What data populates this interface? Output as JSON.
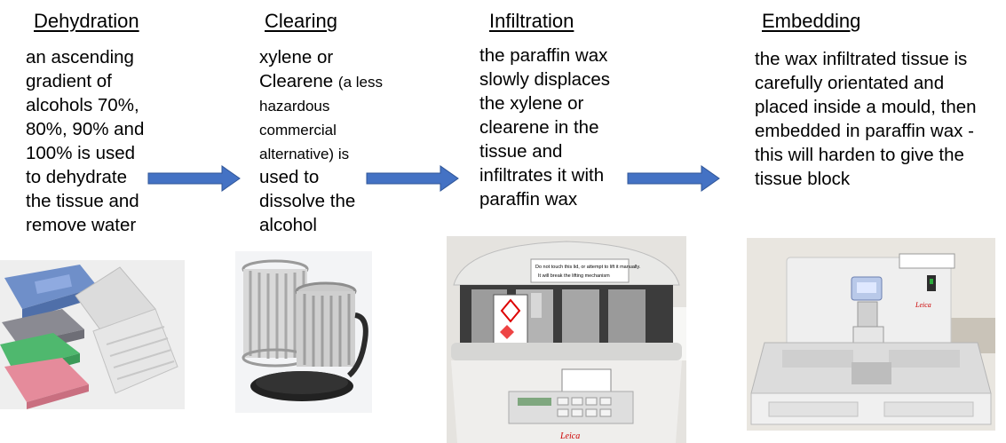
{
  "stages": [
    {
      "heading": "Dehydration",
      "text": "an ascending gradient of alcohols 70%, 80%, 90% and 100% is used to dehydrate the tissue and remove water",
      "image": "tissue-cassettes"
    },
    {
      "heading": "Clearing",
      "text_a": "xylene or",
      "text_b": "Clearene",
      "text_c": "(a less hazardous commercial alternative) is",
      "text_d": "used to dissolve the alcohol",
      "image": "metal-basket-rack"
    },
    {
      "heading": "Infiltration",
      "text": "the paraffin wax slowly displaces the xylene or clearene in the tissue and infiltrates it with paraffin wax",
      "image": "tissue-processor",
      "photo_label_1": "Do not touch this lid, or attempt to lift it manually.",
      "photo_label_2": "It will break the lifting mechanism",
      "photo_brand": "Leica"
    },
    {
      "heading": "Embedding",
      "text": "the wax infiltrated tissue is carefully orientated and placed inside a mould, then embedded in paraffin wax - this will harden to give the tissue block",
      "image": "embedding-station",
      "photo_brand": "Leica"
    }
  ],
  "colors": {
    "arrow": "#4472c4",
    "arrow_edge": "#2f5597"
  }
}
